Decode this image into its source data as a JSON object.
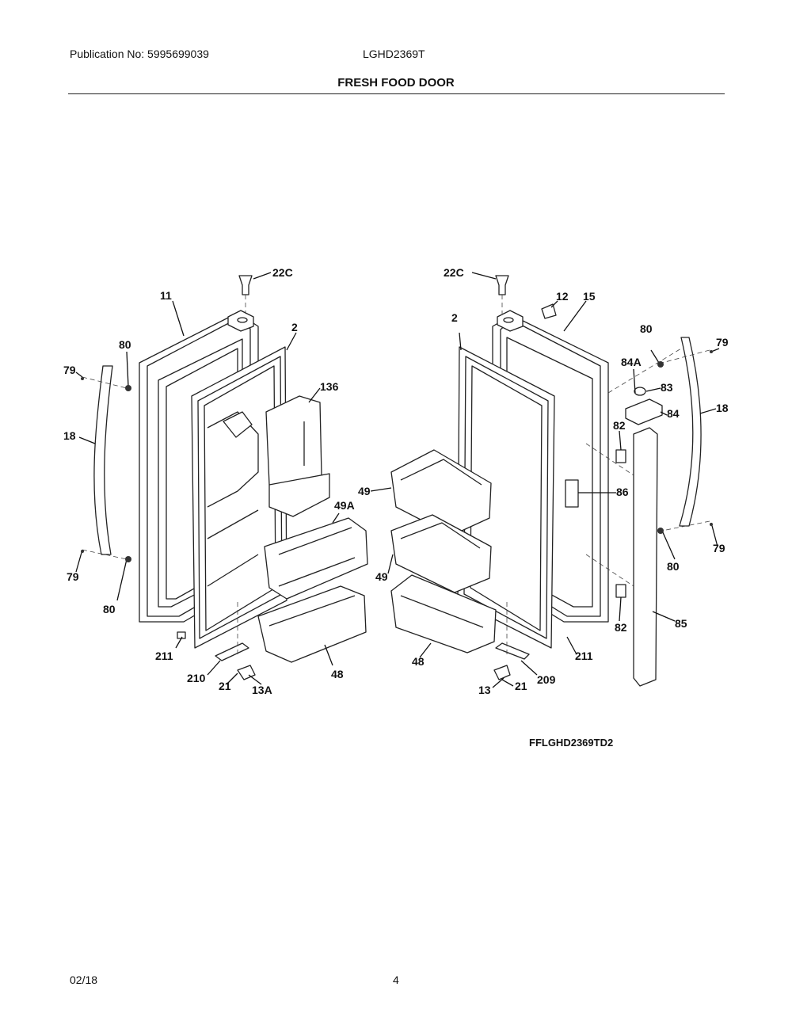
{
  "header": {
    "publication": "Publication No: 5995699039",
    "model": "LGHD2369T",
    "section_title": "FRESH FOOD DOOR"
  },
  "diagram": {
    "figure_code": "FFLGHD2369TD2",
    "callouts": {
      "c22c_l": "22C",
      "c11": "11",
      "c2_l": "2",
      "c80_lt": "80",
      "c79_lt": "79",
      "c18_l": "18",
      "c136": "136",
      "c49a": "49A",
      "c79_lb": "79",
      "c80_lb": "80",
      "c211_l": "211",
      "c210": "210",
      "c21_l": "21",
      "c13a": "13A",
      "c48_l": "48",
      "c22c_r": "22C",
      "c12": "12",
      "c15": "15",
      "c2_r": "2",
      "c80_rt": "80",
      "c79_rt": "79",
      "c84a": "84A",
      "c83": "83",
      "c84": "84",
      "c18_r": "18",
      "c82_t": "82",
      "c86": "86",
      "c49_t": "49",
      "c49_b": "49",
      "c79_rb": "79",
      "c80_rb": "80",
      "c82_b": "82",
      "c85": "85",
      "c48_r": "48",
      "c211_r": "211",
      "c209": "209",
      "c13": "13",
      "c21_r": "21"
    }
  },
  "footer": {
    "date": "02/18",
    "page_number": "4"
  }
}
